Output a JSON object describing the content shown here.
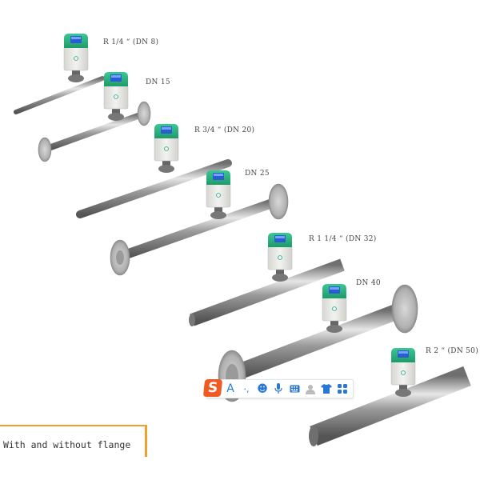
{
  "labels": [
    {
      "id": "dn8",
      "text": "R 1/4 “ (DN 8)"
    },
    {
      "id": "dn15",
      "text": "DN 15"
    },
    {
      "id": "dn20",
      "text": "R 3/4 “ (DN 20)"
    },
    {
      "id": "dn25",
      "text": "DN 25"
    },
    {
      "id": "dn32",
      "text": "R 1 1/4 “ (DN 32)"
    },
    {
      "id": "dn40",
      "text": "DN 40"
    },
    {
      "id": "dn50",
      "text": "R 2 “ (DN 50)"
    }
  ],
  "caption": {
    "text": "With and without flange",
    "border_color": "#f0a030"
  },
  "ime_toolbar": {
    "logo": "S",
    "logo_color": "#f05a22",
    "accent_color": "#2a78d4",
    "items": [
      {
        "icon": "font-icon",
        "glyph": "A"
      },
      {
        "icon": "punctuation-icon",
        "glyph": "·,"
      },
      {
        "icon": "emoji-icon",
        "glyph": "☻"
      },
      {
        "icon": "microphone-icon",
        "glyph": "⬇"
      },
      {
        "icon": "keyboard-icon",
        "glyph": "⌨"
      },
      {
        "icon": "user-icon",
        "glyph": "☺"
      },
      {
        "icon": "skin-shirt-icon",
        "glyph": "♣"
      },
      {
        "icon": "toolbox-grid-icon",
        "glyph": "☷"
      }
    ]
  },
  "colors": {
    "meter_head": "#27b07e",
    "meter_screen": "#2a5bd0",
    "meter_body": "#e8e8e4",
    "pipe": "#a9a9a9"
  }
}
